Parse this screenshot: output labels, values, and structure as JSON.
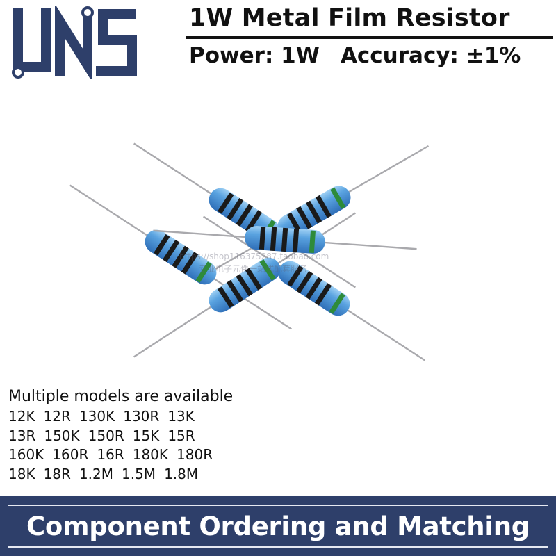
{
  "header": {
    "title": "1W Metal Film Resistor",
    "power": "Power: 1W",
    "accuracy": "Accuracy: ±1%"
  },
  "watermark": {
    "line1": "https://shop116375287.taobao.com",
    "line2": "专业电子元件一站式配套服务"
  },
  "models": {
    "heading": "Multiple models are available",
    "rows": [
      [
        "12K",
        "12R",
        "130K",
        "130R",
        "13K"
      ],
      [
        "13R",
        "150K",
        "150R",
        "15K",
        "15R"
      ],
      [
        "160K",
        "160R",
        "16R",
        "180K",
        "180R"
      ],
      [
        "18K",
        "18R",
        "1.2M",
        "1.5M",
        "1.8M"
      ]
    ]
  },
  "banner": {
    "text": "Component Ordering and Matching"
  },
  "colors": {
    "logo_blue": "#2e3f6a",
    "banner_bg": "#2e3f6a",
    "resistor_body": "#4a8fd6",
    "band_black": "#1a1a1a",
    "band_green": "#2e8b3a"
  }
}
